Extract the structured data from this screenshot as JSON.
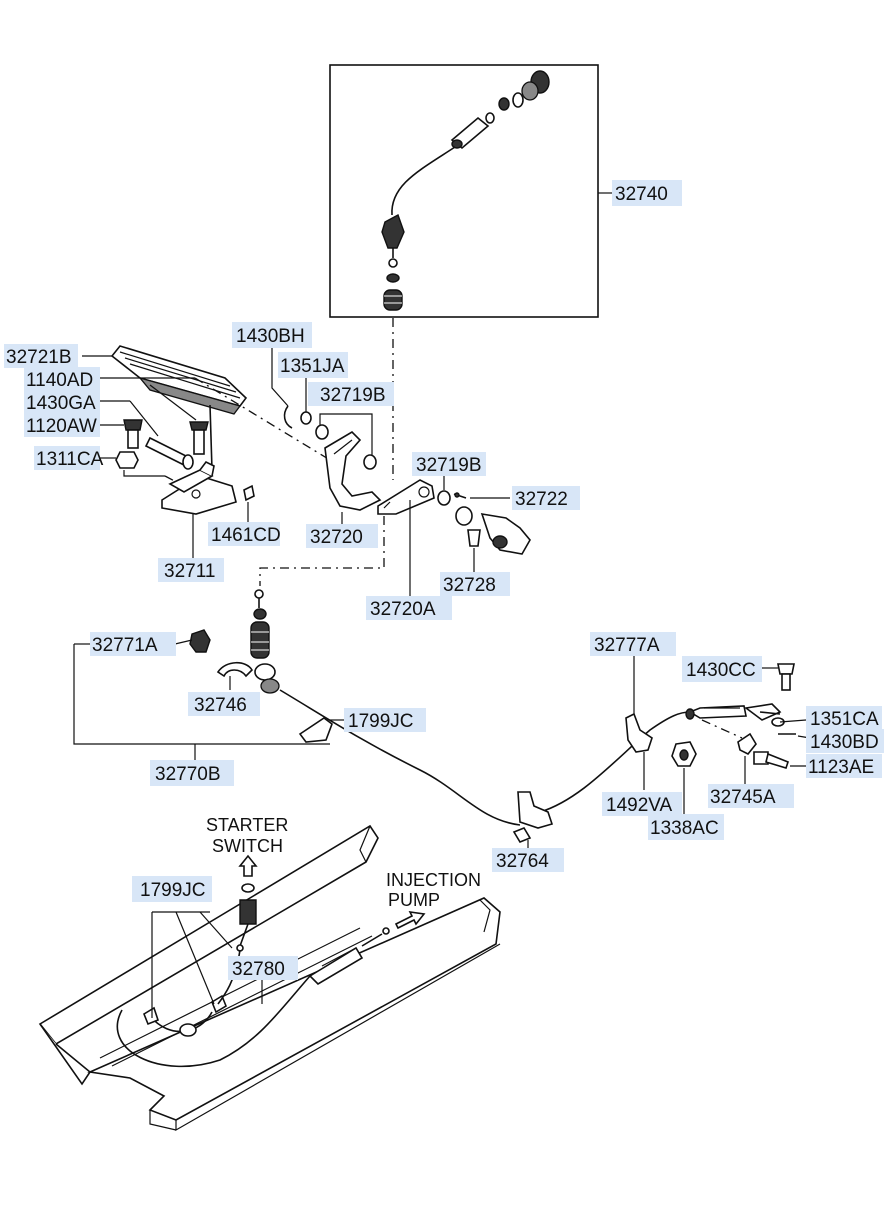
{
  "labels": {
    "p32740": "32740",
    "p1430BH": "1430BH",
    "p1351JA": "1351JA",
    "p32721B": "32721B",
    "p1140AD": "1140AD",
    "p1430GA": "1430GA",
    "p1120AW": "1120AW",
    "p1311CA": "1311CA",
    "p32719B_a": "32719B",
    "p32719B_b": "32719B",
    "p32722": "32722",
    "p1461CD": "1461CD",
    "p32720": "32720",
    "p32711": "32711",
    "p32728": "32728",
    "p32720A": "32720A",
    "p32771A": "32771A",
    "p32777A": "32777A",
    "p1430CC": "1430CC",
    "p32746": "32746",
    "p1799JC_a": "1799JC",
    "p1351CA": "1351CA",
    "p1430BD": "1430BD",
    "p32770B": "32770B",
    "p1123AE": "1123AE",
    "p32745A": "32745A",
    "p1492VA": "1492VA",
    "p1338AC": "1338AC",
    "p32764": "32764",
    "p1799JC_b": "1799JC",
    "p32780": "32780"
  },
  "notes": {
    "starter_line1": "STARTER",
    "starter_line2": "SWITCH",
    "injection_line1": "INJECTION",
    "injection_line2": "PUMP"
  }
}
